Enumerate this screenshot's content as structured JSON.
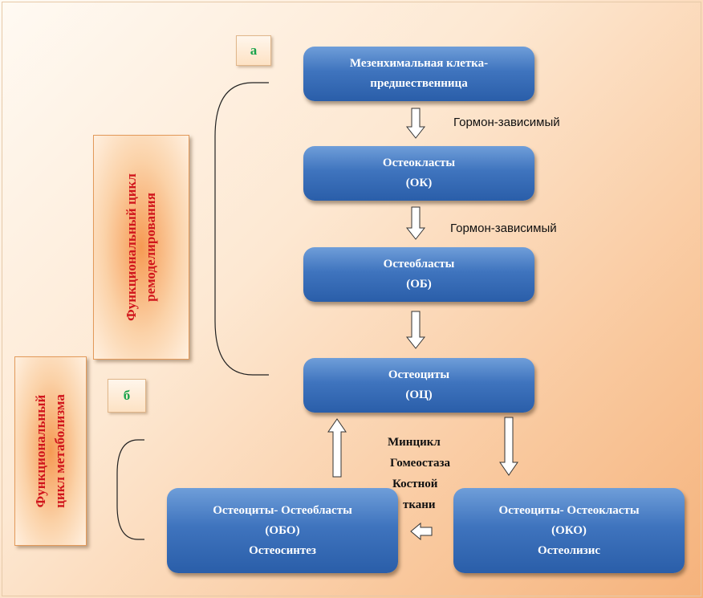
{
  "labels": {
    "a": "а",
    "b": "б"
  },
  "side_panels": {
    "remodeling": {
      "line1": "Функциональный цикл",
      "line2": "ремоделирования"
    },
    "metabolism": {
      "line1": "Функциональный",
      "line2": "цикл метаболизма"
    }
  },
  "boxes": {
    "mesenchymal": {
      "line1": "Мезенхимальная клетка-",
      "line2": "предшественница"
    },
    "osteoclasts": {
      "line1": "Остеокласты",
      "line2": "(ОК)"
    },
    "osteoblasts": {
      "line1": "Остеобласты",
      "line2": "(ОБ)"
    },
    "osteocytes": {
      "line1": "Остеоциты",
      "line2": "(ОЦ)"
    },
    "obo": {
      "line1": "Остеоциты- Остеобласты",
      "line2": "(ОБО)",
      "line3": "Остеосинтез"
    },
    "oko": {
      "line1": "Остеоциты- Остеокласты",
      "line2": "(ОКО)",
      "line3": "Остеолизис"
    }
  },
  "edge_labels": {
    "hormone1": "Гормон-зависимый",
    "hormone2": "Гормон-зависимый"
  },
  "minicycle": {
    "line1": "Минцикл",
    "line2": "Гомеостаза",
    "line3": "Костной",
    "line4": "ткани"
  },
  "colors": {
    "box_blue": "#3f74be",
    "side_text_red": "#d0151c",
    "label_green": "#19a34b",
    "background_orange": "#f5b27b"
  }
}
